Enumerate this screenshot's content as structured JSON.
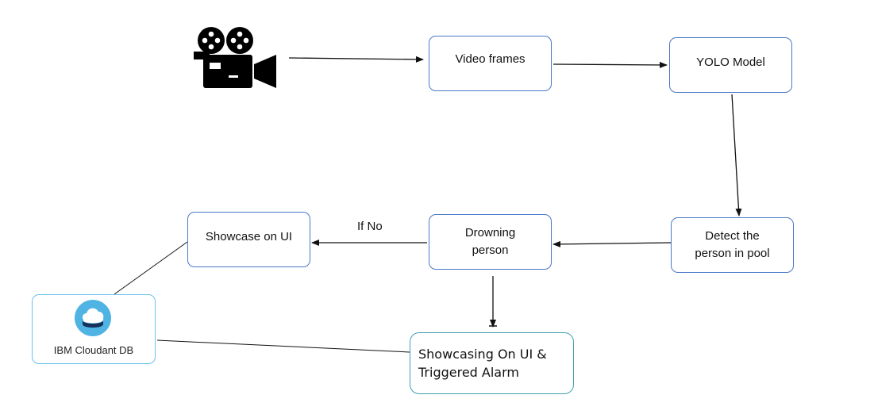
{
  "diagram": {
    "nodes": {
      "video_frames": "Video frames",
      "yolo_model": "YOLO Model",
      "detect_line1": "Detect the",
      "detect_line2": "person in pool",
      "drowning_line1": "Drowning",
      "drowning_line2": "person",
      "showcase_ui": "Showcase on UI",
      "cloudant_db": "IBM Cloudant DB",
      "alarm_line1": "Showcasing On UI &",
      "alarm_line2": "Triggered Alarm"
    },
    "edge_labels": {
      "if_no": "If No"
    },
    "icons": {
      "camera": "video-camera-icon",
      "database": "cloud-database-icon"
    },
    "colors": {
      "box_border": "#4a78c8",
      "cloudant_border": "#6cc3ec",
      "alarm_border": "#3fa0b0",
      "arrow": "#111111"
    }
  }
}
